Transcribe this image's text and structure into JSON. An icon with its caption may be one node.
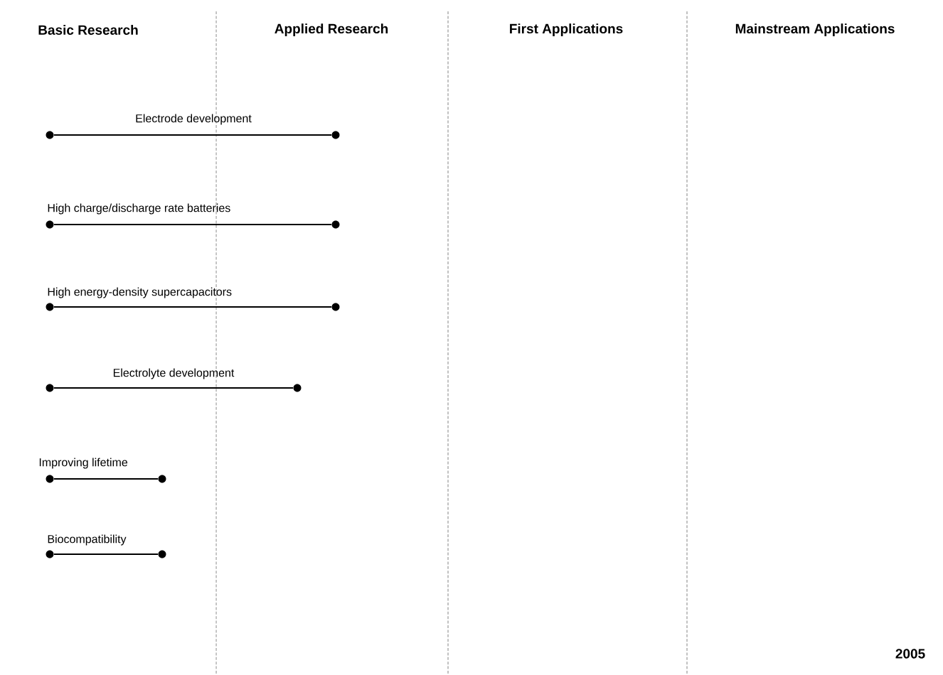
{
  "diagram": {
    "nodes": [
      {
        "text": [],
        "shape": "circle"
      },
      {
        "text": [],
        "shape": "circle"
      },
      {
        "text": [],
        "shape": "circle"
      },
      {
        "text": [],
        "shape": "circle"
      },
      {
        "text": [],
        "shape": "circle"
      },
      {
        "text": [],
        "shape": "circle"
      },
      {
        "text": [],
        "shape": "circle"
      },
      {
        "text": [],
        "shape": "circle"
      },
      {
        "text": [],
        "shape": "circle"
      },
      {
        "text": [],
        "shape": "circle"
      },
      {
        "text": [],
        "shape": "circle"
      },
      {
        "text": [],
        "shape": "circle"
      }
    ],
    "edges": [
      {
        "from": 0,
        "to": 1,
        "arrow": "none",
        "label": "Electrode development"
      },
      {
        "from": 2,
        "to": 3,
        "arrow": "none",
        "label": "High charge/discharge rate batteries"
      },
      {
        "from": 4,
        "to": 5,
        "arrow": "none",
        "label": "High energy-density supercapacitors"
      },
      {
        "from": 6,
        "to": 7,
        "arrow": "none",
        "label": "Electrolyte development"
      },
      {
        "from": 8,
        "to": 9,
        "arrow": "none",
        "label": "Improving lifetime"
      },
      {
        "from": 10,
        "to": 11,
        "arrow": "none",
        "label": "Biocompatibility"
      }
    ],
    "labels": [
      "Basic Research",
      "Applied Research",
      "First Applications",
      "Mainstream Applications",
      "2005"
    ]
  }
}
